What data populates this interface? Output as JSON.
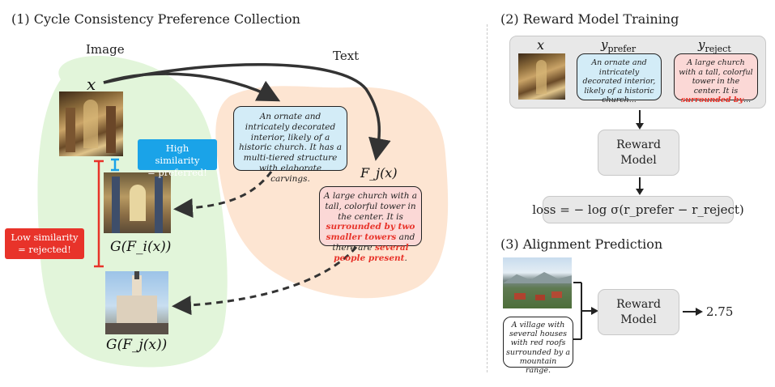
{
  "section1": {
    "title": "(1) Cycle Consistency Preference Collection",
    "image_label": "Image",
    "text_label": "Text",
    "x_label": "x",
    "fj_label": "F_j(x)",
    "gfi_label": "G(F_i(x))",
    "gfj_label": "G(F_j(x))",
    "caption_preferred": "An ornate and intricately decorated interior, likely of a historic church. It has a multi-tiered structure with elaborate carvings.",
    "caption_rejected": {
      "p1": "A large church with a tall, colorful tower in the center. It is ",
      "r1": "surrounded by two smaller towers",
      "p2": " and there are ",
      "r2": "several people present",
      "p3": "."
    },
    "high_similarity": {
      "line1": "High similarity",
      "line2": "= preferred!"
    },
    "low_similarity": {
      "line1": "Low similarity",
      "line2": "= rejected!"
    },
    "colors": {
      "image_region": "#e2f5da",
      "text_region": "#fde5d2",
      "high": "#1aa3e8",
      "low": "#e8332a"
    }
  },
  "section2": {
    "title": "(2) Reward Model Training",
    "x_header": "x",
    "prefer_header": "y_prefer",
    "reject_header": "y_reject",
    "prefer_text": "An ornate and intricately decorated interior, likely of a historic church...",
    "reject_text": {
      "p1": "A large church with a tall, colorful tower in the center. It is ",
      "r1": "surrounded by",
      "p2": "..."
    },
    "reward_model": {
      "line1": "Reward",
      "line2": "Model"
    },
    "loss": "loss = − log σ(r_prefer − r_reject)"
  },
  "section3": {
    "title": "(3) Alignment Prediction",
    "caption": "A village with several houses with red roofs surrounded by a mountain range.",
    "reward_model": {
      "line1": "Reward",
      "line2": "Model"
    },
    "score": "2.75"
  },
  "icons": [
    "church-interior-image",
    "church-nave-image",
    "church-exterior-image",
    "village-landscape-image",
    "arrow-icon"
  ]
}
